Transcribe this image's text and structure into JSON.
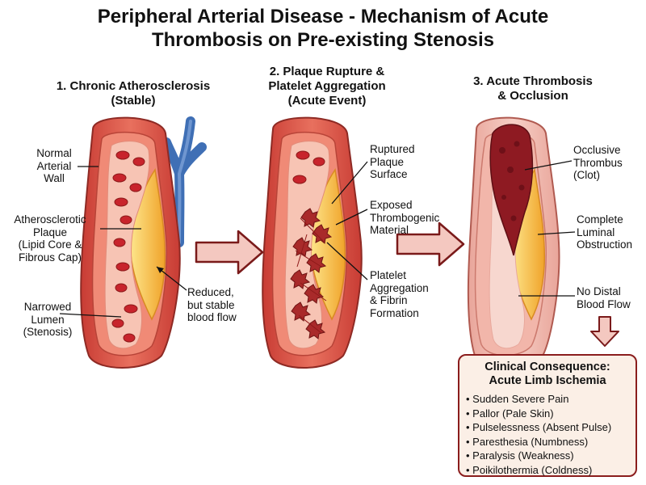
{
  "title": {
    "line1": "Peripheral Arterial Disease - Mechanism of Acute",
    "line2": "Thrombosis on Pre-existing Stenosis"
  },
  "stages": [
    {
      "line1": "1. Chronic Atherosclerosis",
      "line2": "(Stable)",
      "line3": ""
    },
    {
      "line1": "2. Plaque Rupture &",
      "line2": "Platelet Aggregation",
      "line3": "(Acute Event)"
    },
    {
      "line1": "3. Acute Thrombosis",
      "line2": "& Occlusion",
      "line3": ""
    }
  ],
  "labels": {
    "normal_wall": [
      "Normal",
      "Arterial",
      "Wall"
    ],
    "plaque": [
      "Atherosclerotic",
      "Plaque",
      "(Lipid Core &",
      "Fibrous Cap)"
    ],
    "narrowed_lumen": [
      "Narrowed",
      "Lumen",
      "(Stenosis)"
    ],
    "reduced_flow": [
      "Reduced,",
      "but stable",
      "blood flow"
    ],
    "ruptured_surface": [
      "Ruptured",
      "Plaque",
      "Surface"
    ],
    "exposed_material": [
      "Exposed",
      "Thrombogenic",
      "Material"
    ],
    "platelet_aggregation": [
      "Platelet",
      "Aggregation",
      "& Fibrin",
      "Formation"
    ],
    "occlusive_thrombus": [
      "Occlusive",
      "Thrombus",
      "(Clot)"
    ],
    "complete_obstruction": [
      "Complete",
      "Luminal",
      "Obstruction"
    ],
    "no_distal_flow": [
      "No Distal",
      "Blood Flow"
    ]
  },
  "consequence": {
    "title_line1": "Clinical Consequence:",
    "title_line2": "Acute Limb Ischemia",
    "items": [
      "Sudden Severe Pain",
      "Pallor (Pale Skin)",
      "Pulselessness (Absent Pulse)",
      "Paresthesia (Numbness)",
      "Paralysis (Weakness)",
      "Poikilothermia (Coldness)"
    ]
  },
  "colors": {
    "artery_wall": "#d9544a",
    "wall_inner": "#f08a76",
    "lumen": "#f7c4b4",
    "plaque_core": "#f6c54a",
    "red_cell": "#c8242c",
    "thrombus": "#8e1a22",
    "vein": "#3f6fb5",
    "arrow_fill": "#f4c8c0",
    "arrow_stroke": "#7a1a1a",
    "box_border": "#8b1d1d",
    "box_fill": "#fbefe6"
  }
}
